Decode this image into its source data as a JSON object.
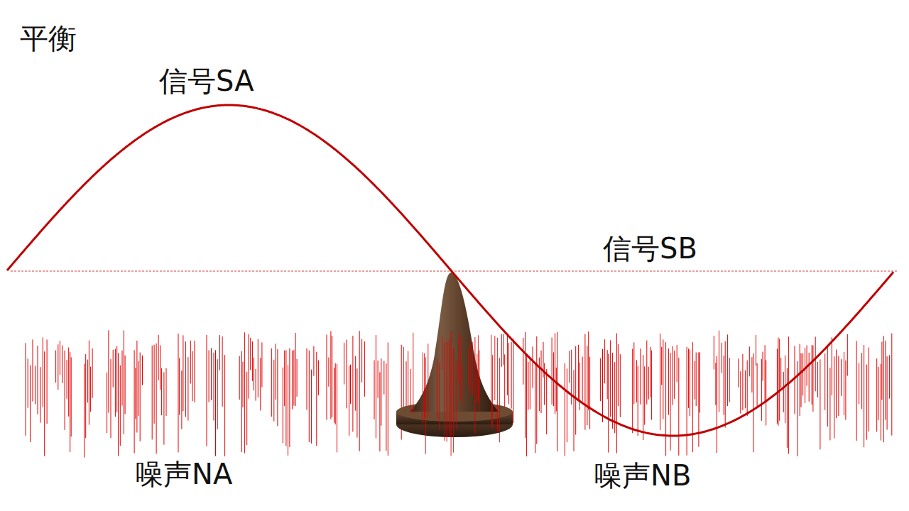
{
  "diagram": {
    "title": "平衡",
    "labels": [
      "信号SA",
      "信号SB",
      "噪声NA",
      "噪声NB"
    ]
  }
}
